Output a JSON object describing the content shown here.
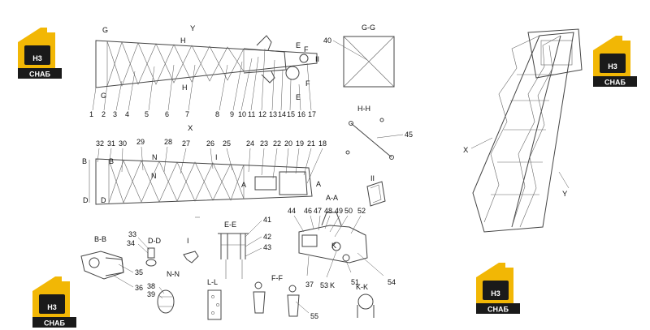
{
  "brand": {
    "monogram": "H3",
    "wordmark": "СНАБ",
    "color_shield": "#F2B705",
    "color_plate": "#1A1A1A"
  },
  "view_labels": {
    "y": "Y",
    "g_top": "G",
    "g_bot": "G",
    "h_top": "H",
    "h_bot": "H",
    "e_top": "E",
    "e_bot": "E",
    "f_top": "F",
    "f_bot": "F",
    "ii_top": "II",
    "gg": "G-G",
    "hh": "H-H",
    "x": "X",
    "n_top": "N",
    "n_bot": "N",
    "i": "I",
    "b_left": "B",
    "b_right": "B",
    "d_left": "D",
    "d_right": "D",
    "a_left": "A",
    "a_right": "A",
    "ii_mid": "II",
    "aa": "A-A",
    "ee": "E-E",
    "bb": "B-B",
    "dd": "D-D",
    "i_view": "I",
    "nn": "N-N",
    "ll": "L-L",
    "ff": "F-F",
    "k1": "K",
    "k2": "K",
    "kk": "K-K",
    "iso_x": "X",
    "iso_y": "Y"
  },
  "part_numbers": {
    "row1": [
      "1",
      "2",
      "3",
      "4",
      "5",
      "6",
      "7",
      "8",
      "9",
      "10",
      "11",
      "12",
      "13",
      "14",
      "15",
      "16",
      "17"
    ],
    "p40": "40",
    "p45": "45",
    "row2": [
      "32",
      "31",
      "30",
      "29",
      "28",
      "27",
      "26",
      "25",
      "24",
      "23",
      "22",
      "20",
      "19",
      "21",
      "18"
    ],
    "aa_top": [
      "44",
      "46",
      "47",
      "48",
      "49",
      "50",
      "52"
    ],
    "ee": [
      "41",
      "42",
      "43"
    ],
    "bb": [
      "35",
      "36"
    ],
    "dd": [
      "33",
      "34"
    ],
    "nn": [
      "38",
      "39"
    ],
    "aa_bot": [
      "37",
      "53",
      "51",
      "54"
    ],
    "ff": [
      "55"
    ]
  }
}
